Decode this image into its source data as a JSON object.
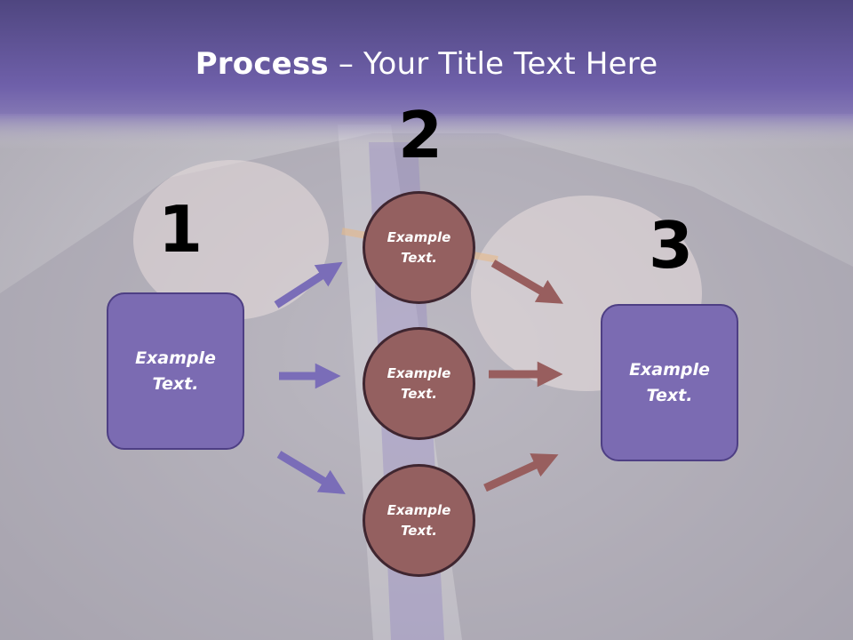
{
  "title": {
    "bold": "Process",
    "rest": " – Your Title Text Here"
  },
  "steps": {
    "s1": {
      "number": "1",
      "label": "Example\nText."
    },
    "s2": {
      "number": "2"
    },
    "s3": {
      "number": "3",
      "label": "Example\nText."
    }
  },
  "circles": [
    {
      "label": "Example\nText."
    },
    {
      "label": "Example\nText."
    },
    {
      "label": "Example\nText."
    }
  ],
  "colors": {
    "header": "#6f60aa",
    "box_fill": "#7b6bb2",
    "circle_fill": "#946060",
    "arrow_left": "#7a6db8",
    "arrow_right": "#985e5e"
  }
}
